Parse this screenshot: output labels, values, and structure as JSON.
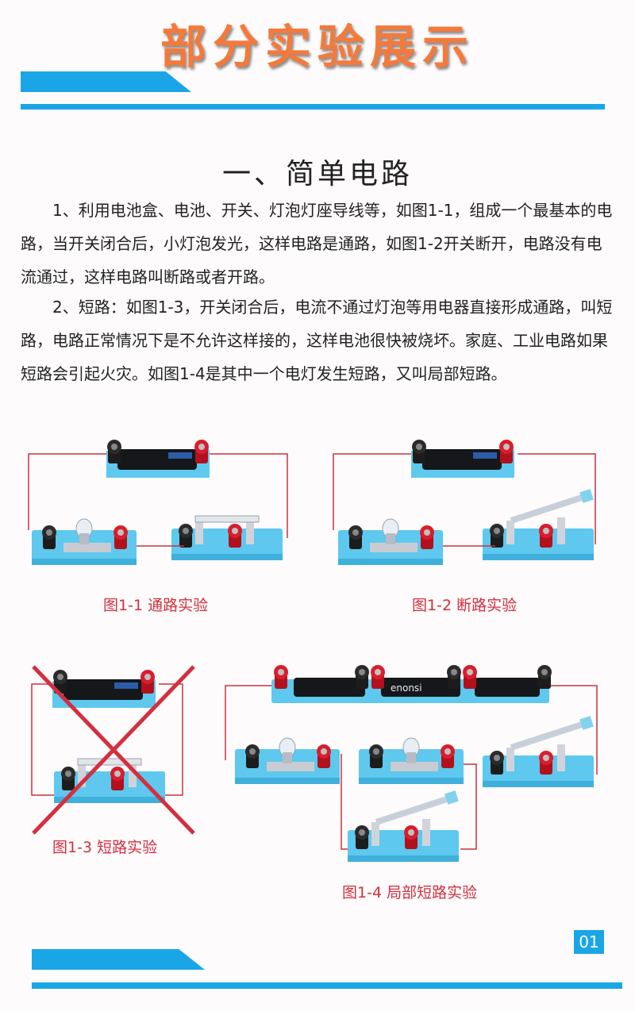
{
  "header": {
    "title": "部分实验展示"
  },
  "section": {
    "title": "一、简单电路"
  },
  "paragraphs": [
    "　　1、利用电池盒、电池、开关、灯泡灯座导线等，如图1-1，组成一个最基本的电路，当开关闭合后，小灯泡发光，这样电路是通路，如图1-2开关断开，电路没有电流通过，这样电路叫断路或者开路。",
    "　　2、短路：如图1-3，开关闭合后，电流不通过灯泡等用电器直接形成通路，叫短路，电路正常情况下是不允许这样接的，这样电池很快被烧坏。家庭、工业电路如果短路会引起火灾。如图1-4是其中一个电灯发生短路，又叫局部短路。"
  ],
  "figures": {
    "fig1": {
      "caption": "图1-1 通路实验"
    },
    "fig2": {
      "caption": "图1-2  断路实验"
    },
    "fig3": {
      "caption": "图1-3 短路实验"
    },
    "fig4": {
      "caption": "图1-4 局部短路实验",
      "battery_brand": "enonsi"
    }
  },
  "footer": {
    "page_number": "01"
  },
  "colors": {
    "accent": "#1aa6e6",
    "title": "#f47a3c",
    "caption": "#d42f3f",
    "board": "#5ec8ee",
    "wire": "#c93340"
  }
}
